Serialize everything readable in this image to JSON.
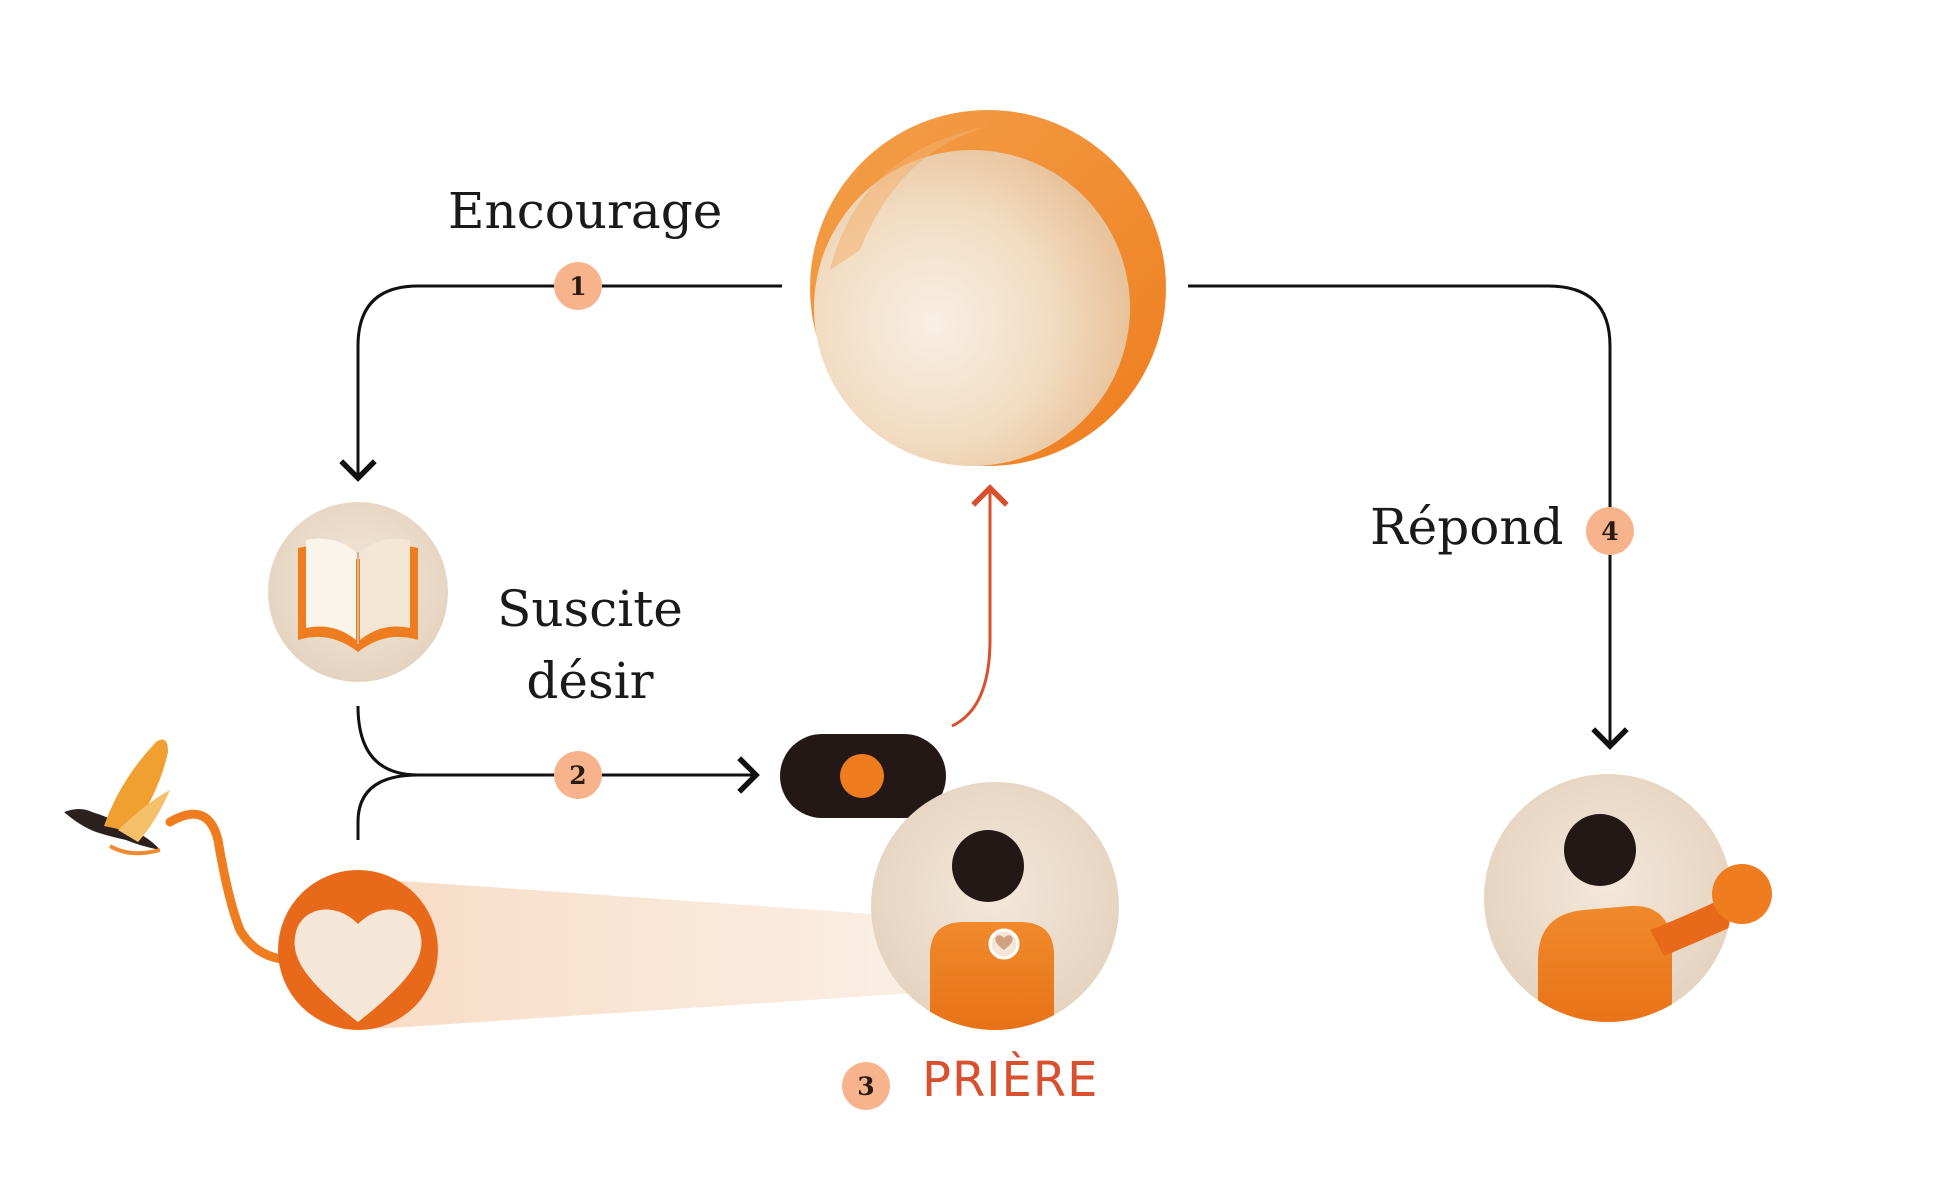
{
  "steps": {
    "encourage": {
      "number": "1",
      "label": "Encourage"
    },
    "suscite": {
      "number": "2",
      "label_line1": "Suscite",
      "label_line2": "désir"
    },
    "priere": {
      "number": "3",
      "label": "PRIÈRE"
    },
    "repond": {
      "number": "4",
      "label": "Répond"
    }
  },
  "icons": {
    "top_circle": "god-sphere-icon",
    "book": "open-book-icon",
    "heart": "heart-icon",
    "bird": "dove-icon",
    "praying_person": "praying-person-icon",
    "answering_person": "answered-person-icon",
    "speech_bubble": "speech-bubble-icon"
  },
  "colors": {
    "orange": "#f08020",
    "dark_orange": "#e9691a",
    "badge": "#f7b48c",
    "prayer_red": "#d9502e",
    "line": "#111111",
    "cream": "#f1e3d0",
    "dark": "#231816"
  }
}
